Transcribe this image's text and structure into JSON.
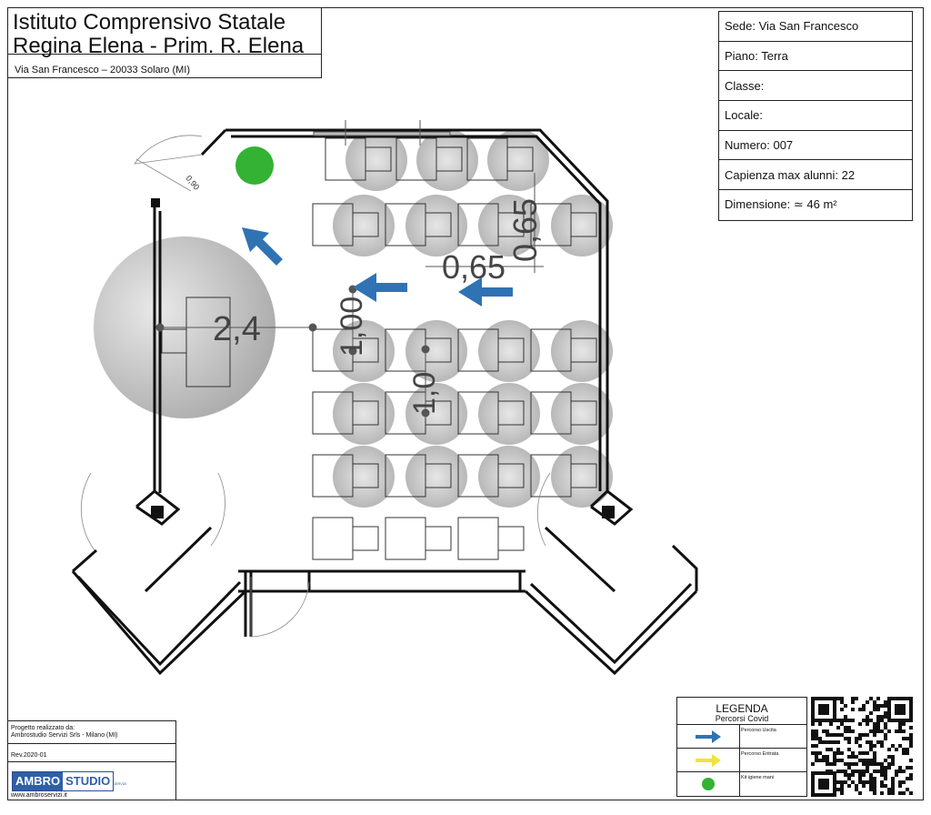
{
  "header": {
    "title_line1": "Istituto Comprensivo Statale",
    "title_line2": "Regina Elena - Prim. R. Elena",
    "address": "Via San Francesco – 20033 Solaro (MI)"
  },
  "info": {
    "sede": "Sede:  Via San Francesco",
    "piano": "Piano: Terra",
    "classe": "Classe:",
    "locale": "Locale:",
    "numero": "Numero: 007",
    "capienza": "Capienza max alunni: 22",
    "dimensione": "Dimensione: ≃ 46 m²"
  },
  "dimensions": {
    "d_24": "2,4",
    "d_065_h": "0,65",
    "d_065_v": "0,65",
    "d_100": "1,00",
    "d_10": "1,0",
    "door_small": "0,90"
  },
  "credits": {
    "line1": "Progetto realizzato da:",
    "line2": "Ambrostudio Servizi Srls - Milano (MI)",
    "rev": "Rev.2020-01",
    "logo_a": "AMBRO",
    "logo_b": "STUDIO",
    "logo_sub": "SERVIZI",
    "website": "www.ambroservizi.it"
  },
  "legend": {
    "title": "LEGENDA",
    "subtitle": "Percorsi Covid",
    "exit_label": "Percorso Uscita",
    "entry_label": "Percorso Entrata",
    "kit_label": "Kit igiene mani"
  },
  "colors": {
    "exit_arrow": "#2f73b5",
    "entry_arrow": "#f2e23a",
    "kit_dot": "#33b233",
    "wall": "#111111",
    "circle_gray": "#c8c8c8"
  },
  "icons": {
    "exit": "arrow-right-icon",
    "entry": "arrow-right-icon",
    "kit": "dot-icon",
    "qr": "qr-code-icon"
  }
}
